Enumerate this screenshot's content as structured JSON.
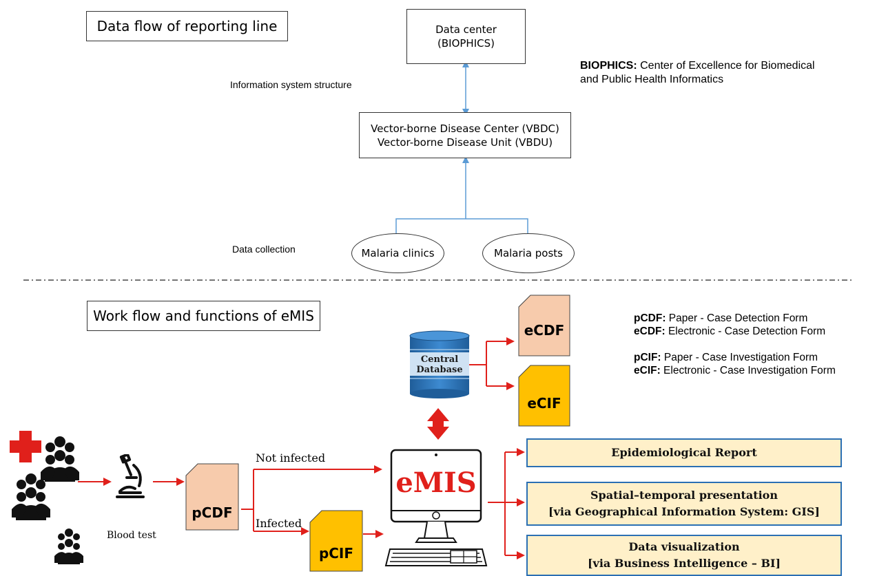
{
  "top": {
    "section_title": "Data flow of reporting line",
    "data_center": {
      "line1": "Data center",
      "line2": "(BIOPHICS)"
    },
    "biophics_legend": {
      "term": "BIOPHICS:",
      "def_line1": " Center of Excellence for Biomedical",
      "def_line2": "and Public Health Informatics"
    },
    "info_system_label": "Information system structure",
    "vbdc": {
      "line1": "Vector-borne Disease Center (VBDC)",
      "line2": "Vector-borne Disease Unit (VBDU)"
    },
    "data_collection_label": "Data collection",
    "clinics": "Malaria clinics",
    "posts": "Malaria posts"
  },
  "bottom": {
    "section_title": "Work flow and functions of eMIS",
    "legend": [
      {
        "term": "pCDF:",
        "def": " Paper - Case Detection Form"
      },
      {
        "term": "eCDF:",
        "def": " Electronic - Case Detection Form"
      },
      {
        "term": "pCIF:",
        "def": " Paper - Case Investigation Form"
      },
      {
        "term": "eCIF:",
        "def": " Electronic - Case Investigation Form"
      }
    ],
    "database": {
      "line1": "Central",
      "line2": "Database"
    },
    "ecdf": "eCDF",
    "ecif": "eCIF",
    "pcdf": "pCDF",
    "pcif": "pCIF",
    "blood_test": "Blood test",
    "not_infected": "Not infected",
    "infected": "Infected",
    "emis": "eMIS",
    "outputs": [
      {
        "line1": "Epidemiological Report",
        "line2": ""
      },
      {
        "line1": "Spatial–temporal presentation",
        "line2": "[via Geographical Information System: GIS]"
      },
      {
        "line1": "Data visualization",
        "line2": "[via Business Intelligence – BI]"
      }
    ],
    "colors": {
      "arrow_red": "#e0201b",
      "connector_blue": "#5b9bd5",
      "pcdf_fill": "#f7cbac",
      "pcif_fill": "#ffc000",
      "output_fill": "#fff0c9",
      "output_border": "#2a6fb3",
      "db_blue": "#2e75b6"
    }
  }
}
